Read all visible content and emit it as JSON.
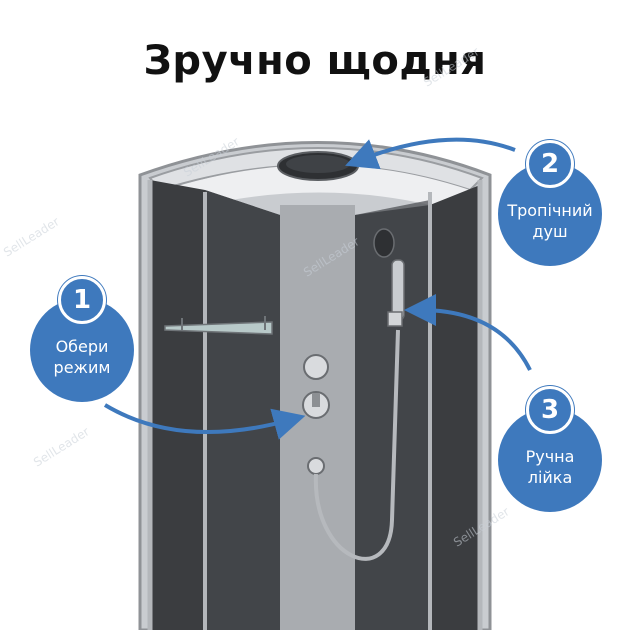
{
  "title": "Зручно щодня",
  "watermark": "SellLeader",
  "callouts": [
    {
      "number": "1",
      "line1": "Обери",
      "line2": "режим"
    },
    {
      "number": "2",
      "line1": "Тропічний",
      "line2": "душ"
    },
    {
      "number": "3",
      "line1": "Ручна",
      "line2": "лійка"
    }
  ],
  "colors": {
    "accent": "#3e79bd",
    "panel": "#3b3d40",
    "frame": "#9a9da1"
  }
}
